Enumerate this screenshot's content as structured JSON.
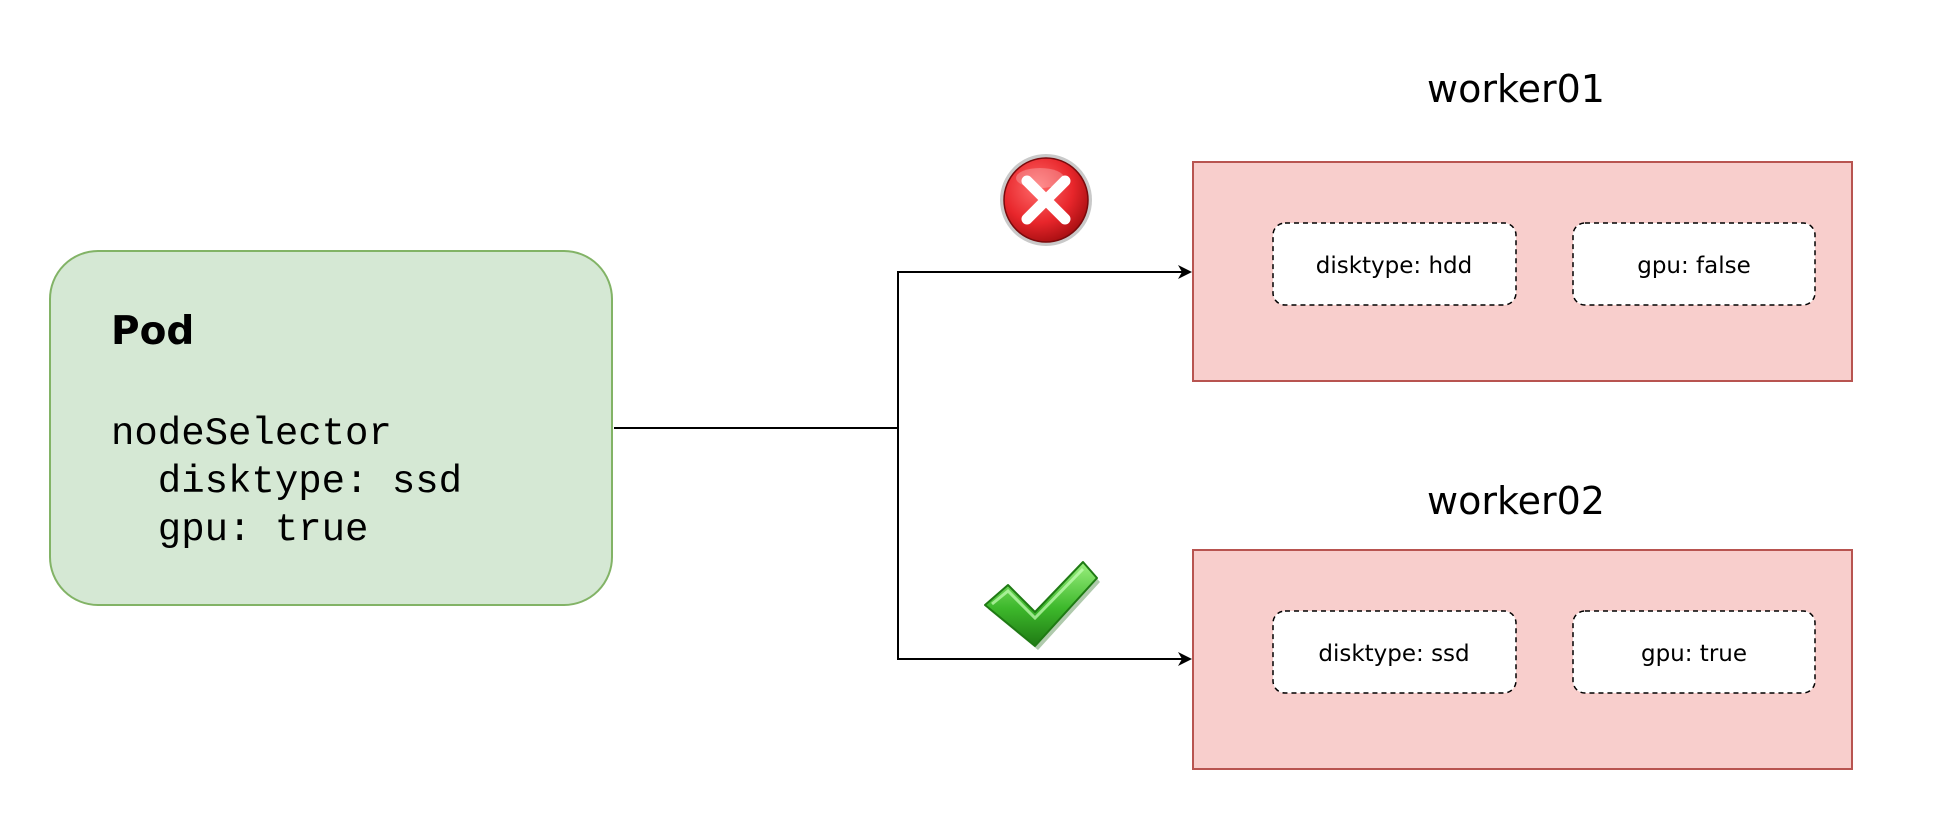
{
  "pod": {
    "title": "Pod",
    "selector_key": "nodeSelector",
    "selector_lines": [
      "  disktype: ssd",
      "  gpu: true"
    ]
  },
  "nodes": [
    {
      "name": "worker01",
      "labels": [
        "disktype: hdd",
        "gpu: false"
      ],
      "result": "rejected",
      "result_icon": "cross-icon"
    },
    {
      "name": "worker02",
      "labels": [
        "disktype: ssd",
        "gpu: true"
      ],
      "result": "selected",
      "result_icon": "check-icon"
    }
  ],
  "colors": {
    "pod_fill": "#d5e8d4",
    "pod_stroke": "#82b366",
    "node_fill": "#f8cecc",
    "node_stroke": "#b85450",
    "reject": "#e8262b",
    "accept": "#3db82b"
  }
}
